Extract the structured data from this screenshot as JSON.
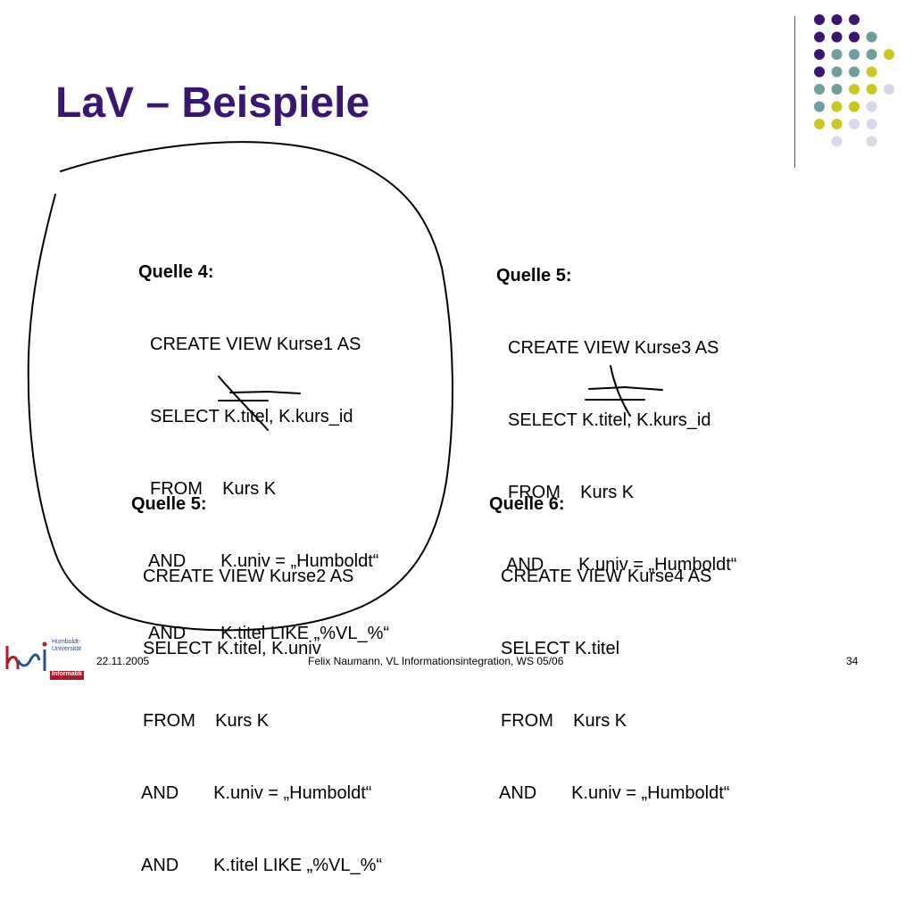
{
  "slide": {
    "title": "LaV – Beispiele"
  },
  "blocks": [
    {
      "heading": "Quelle 4:",
      "lines": [
        "CREATE VIEW Kurse1 AS",
        "SELECT K.titel, K.kurs_id",
        "FROM    Kurs K",
        "AND       K.univ = „Humboldt“",
        "AND       K.titel LIKE „%VL_%“"
      ]
    },
    {
      "heading": "Quelle 5:",
      "lines": [
        "CREATE VIEW Kurse3 AS",
        "SELECT K.titel, K.kurs_id",
        "FROM    Kurs K",
        "AND       K.univ = „Humboldt“"
      ]
    },
    {
      "heading": "Quelle 5:",
      "lines": [
        "CREATE VIEW Kurse2 AS",
        "SELECT K.titel, K.univ",
        "FROM    Kurs K",
        "AND       K.univ = „Humboldt“",
        "AND       K.titel LIKE „%VL_%“"
      ]
    },
    {
      "heading": "Quelle 6:",
      "lines": [
        "CREATE VIEW Kurse4 AS",
        "SELECT K.titel",
        "FROM    Kurs K",
        "AND       K.univ = „Humboldt“"
      ]
    }
  ],
  "footer": {
    "date": "22.11.2005",
    "center": "Felix Naumann, VL Informationsintegration, WS 05/06",
    "page": "34"
  },
  "logo": {
    "line1": "Humboldt-",
    "line2": "Universität",
    "line3": "Informatik"
  },
  "colors": {
    "title": "#3a1670",
    "dot_purple": "#3a1670",
    "dot_teal": "#6f9e9e",
    "dot_yellow": "#c9c822",
    "dot_lavender": "#d8d8e8",
    "logo_red": "#b0192b",
    "logo_blue": "#2c4f8c"
  }
}
